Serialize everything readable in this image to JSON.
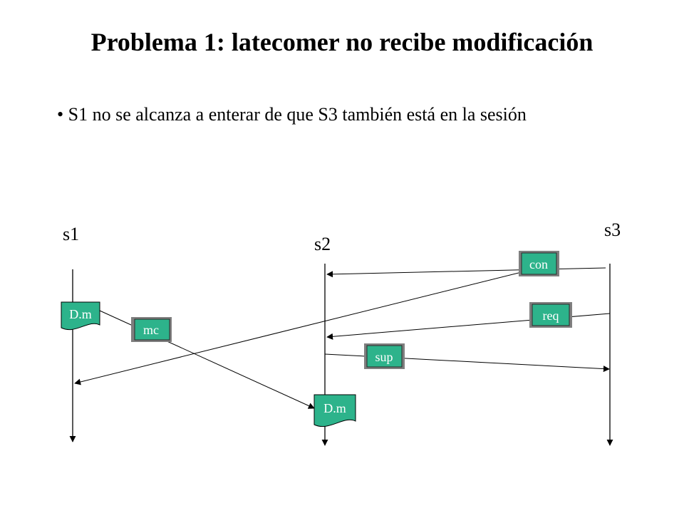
{
  "slide": {
    "title": "Problema 1: latecomer no recibe modificación",
    "bullet_symbol": "•",
    "bullet": "S1 no se alcanza a enterar de que S3 también está en la sesión"
  },
  "diagram": {
    "processes": [
      "s1",
      "s2",
      "s3"
    ],
    "messages": [
      "mc",
      "con",
      "req",
      "sup"
    ],
    "documents": [
      "D.m",
      "D.m"
    ],
    "colors": {
      "badge_fill": "#2db38b",
      "badge_shadow": "#7f7f7f",
      "badge_text": "#ffffff",
      "doc_fill": "#2db38b",
      "doc_text": "#ffffff",
      "line": "#000000"
    }
  }
}
